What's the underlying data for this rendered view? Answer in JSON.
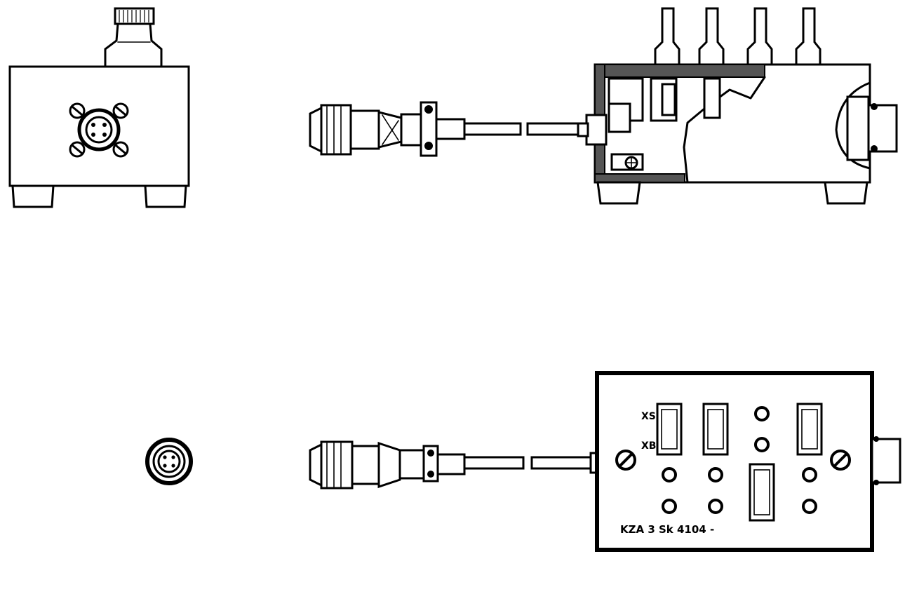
{
  "panel_labels": {
    "top_left": "XS",
    "middle_left": "XB",
    "marking": "KZA 3  Sk 4104 -"
  },
  "colors": {
    "ink": "#000000",
    "paper": "#ffffff"
  }
}
